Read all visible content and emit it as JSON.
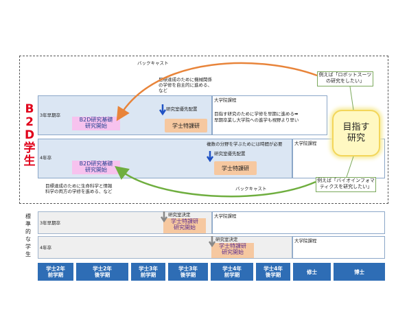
{
  "b2d_label": [
    "B",
    "2",
    "D",
    "学",
    "生"
  ],
  "standard_label": [
    "標",
    "準",
    "的",
    "な",
    "学",
    "生"
  ],
  "backcast_top": "バックキャスト",
  "backcast_bottom": "バックキャスト",
  "note_mech": "目標達成のために機械関係\nの学修を自主的に進める、\nなど",
  "note_bio": "目標達成のために生命科学と情報\n科学の両方の学修を進める、など",
  "note_multi": "複数の分野を学ぶためには時間が必要",
  "graduate_note": "目指す研究のために学修を早期に進める➡\n早期卒業し大学院への進学も視野より早い",
  "rows": {
    "b2d_early": "3年早期卒",
    "b2d_regular": "4年卒",
    "std_early": "3年早期卒",
    "std_regular": "4年卒"
  },
  "labels": {
    "b2d_research_1": "B2D研究基礎\n研究開始",
    "b2d_research_2": "B2D研究基礎\n研究開始",
    "lab_priority_1": "研究室優先配置",
    "lab_priority_2": "研究室優先配置",
    "special_1": "学士特課研",
    "special_2": "学士特課研",
    "lab_decided_1": "研究室決定",
    "lab_decided_2": "研究室決定",
    "std_special_1": "学士特課研\n研究開始",
    "std_special_2": "学士特課研\n研究開始",
    "grad_1": "大学院課程",
    "grad_2": "大学院課程",
    "grad_3": "大学院課程",
    "grad_4": "大学院課程"
  },
  "goal": "目指す\n研究",
  "callout_robot": "例えば「ロボットスーツ\nの研究をしたい」",
  "callout_bio": "例えば「バイオインフォマ\nティクスを研究したい」",
  "semesters": [
    "学士2年\n前学期",
    "学士2年\n後学期",
    "学士3年\n前学期",
    "学士3年\n後学期",
    "学士4年\n前学期",
    "学士4年\n後学期",
    "修士",
    "博士"
  ],
  "colors": {
    "accent_red": "#e0001a",
    "semester_blue": "#2e6db5",
    "b2d_row": "#dbe6f3",
    "pink": "#f7c2ee",
    "peach": "#f6c8a0",
    "arrow_orange": "#e8843a",
    "arrow_green": "#6fae3f",
    "arrow_blue": "#1f52c4",
    "goal_yellow": "#fff8c2"
  }
}
